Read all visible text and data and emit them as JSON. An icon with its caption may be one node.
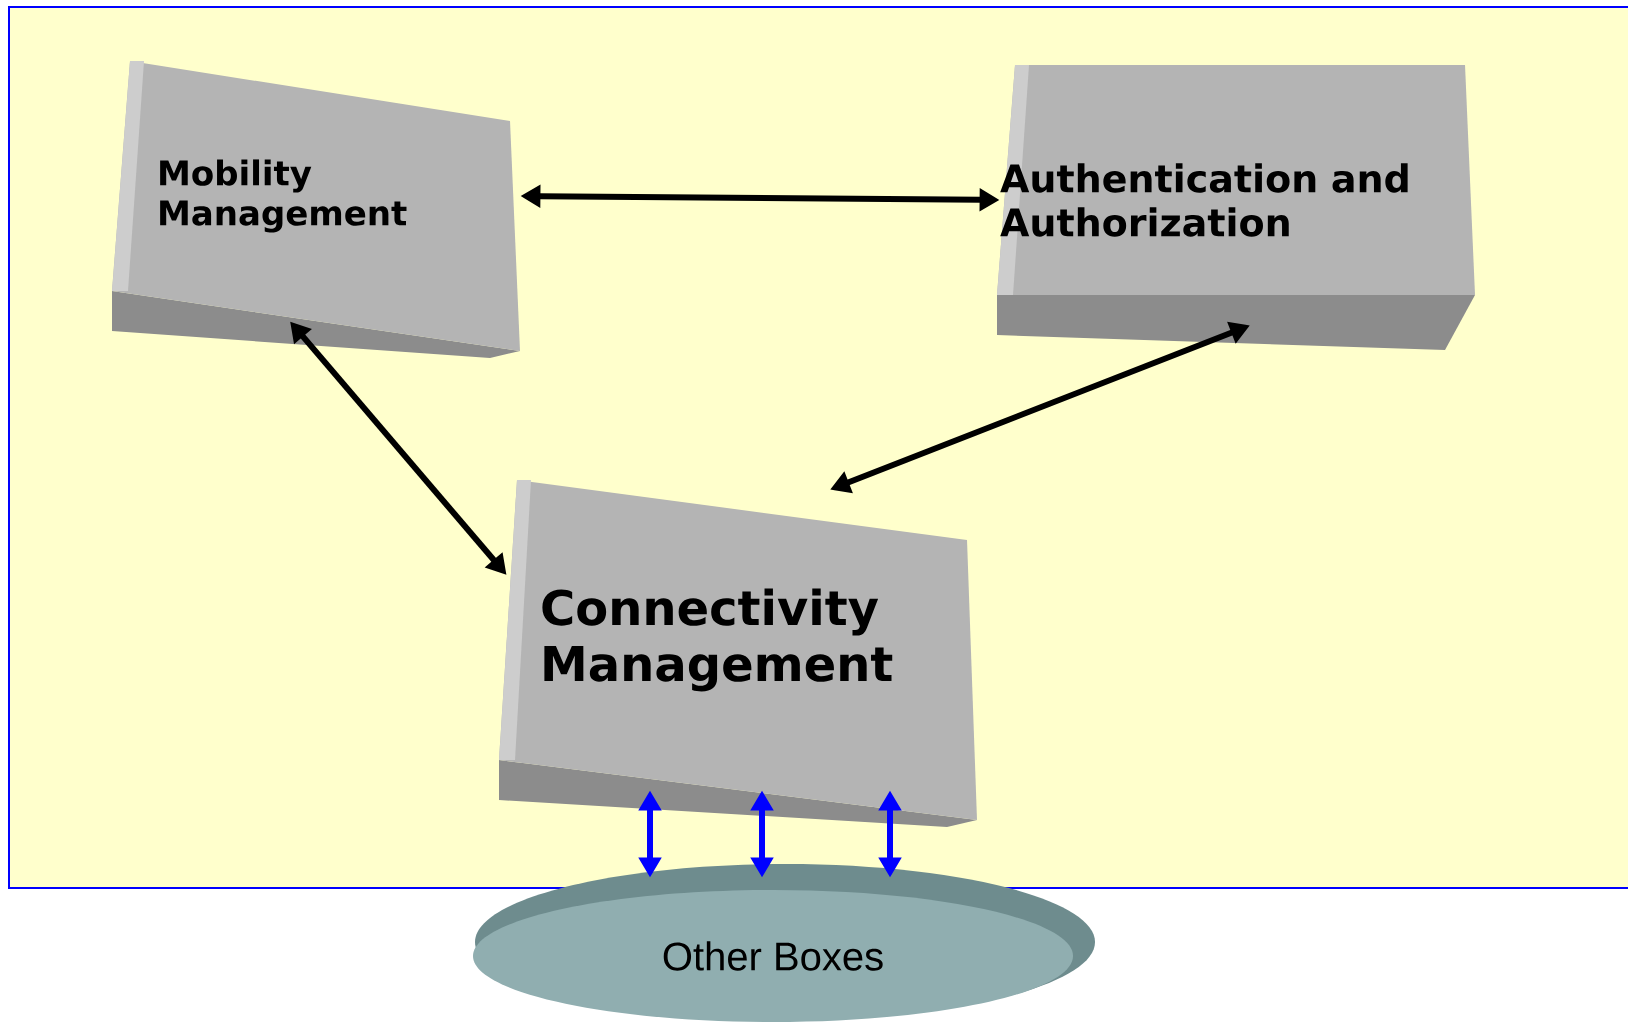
{
  "diagram": {
    "nodes": [
      {
        "text": [
          "Mobility Management"
        ]
      },
      {
        "text": [
          "Authentication and Authorization"
        ]
      },
      {
        "text": [
          "Connectivity Management"
        ]
      },
      {
        "text": [
          "Other Boxes"
        ]
      }
    ],
    "edges": [
      {
        "from": 0,
        "to": 1,
        "arrow": "both"
      },
      {
        "from": 0,
        "to": 2,
        "arrow": "both"
      },
      {
        "from": 1,
        "to": 2,
        "arrow": "both"
      },
      {
        "from": 2,
        "to": 3,
        "arrow": "both",
        "color": "#0000ff"
      },
      {
        "from": 2,
        "to": 3,
        "arrow": "both",
        "color": "#0000ff"
      },
      {
        "from": 2,
        "to": 3,
        "arrow": "both",
        "color": "#0000ff"
      }
    ]
  }
}
